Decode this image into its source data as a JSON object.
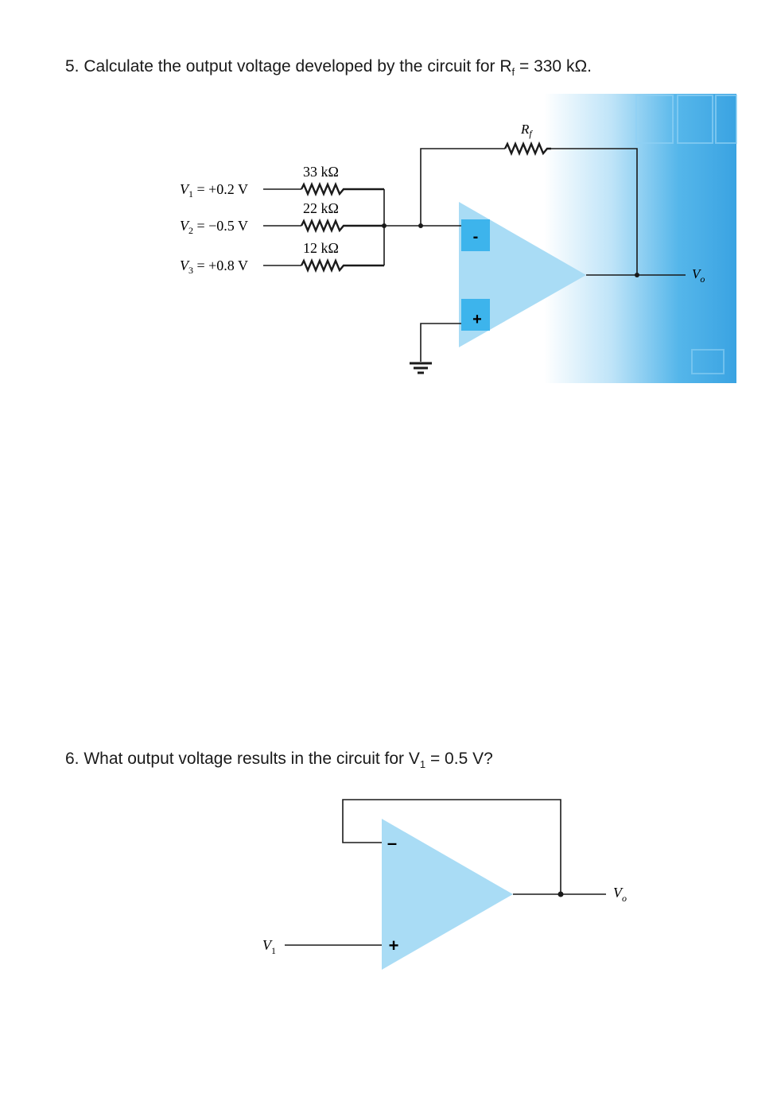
{
  "q5": {
    "prefix": "5. Calculate the output voltage developed by the circuit for R",
    "sub": "f",
    "suffix": " = 330 kΩ.",
    "circuit": {
      "inputs": [
        {
          "label": "V",
          "sub": "1",
          "value": " = +0.2 V",
          "resistor": "33 kΩ"
        },
        {
          "label": "V",
          "sub": "2",
          "value": " = −0.5 V",
          "resistor": "22 kΩ"
        },
        {
          "label": "V",
          "sub": "3",
          "value": " = +0.8 V",
          "resistor": "12 kΩ"
        }
      ],
      "feedback_label": "R",
      "feedback_sub": "f",
      "minus": "-",
      "plus": "+",
      "output_label": "V",
      "output_sub": "o"
    }
  },
  "q6": {
    "prefix": "6. What output voltage results in the circuit for V",
    "sub": "1",
    "suffix": " = 0.5 V?",
    "circuit": {
      "input_label": "V",
      "input_sub": "1",
      "minus": "–",
      "plus": "+",
      "output_label": "V",
      "output_sub": "o"
    }
  },
  "colors": {
    "opamp": "#a9dcf5",
    "pin_box": "#3db4ec",
    "wire": "#1a1a1a",
    "bg_panel": "#3aa9e6"
  }
}
